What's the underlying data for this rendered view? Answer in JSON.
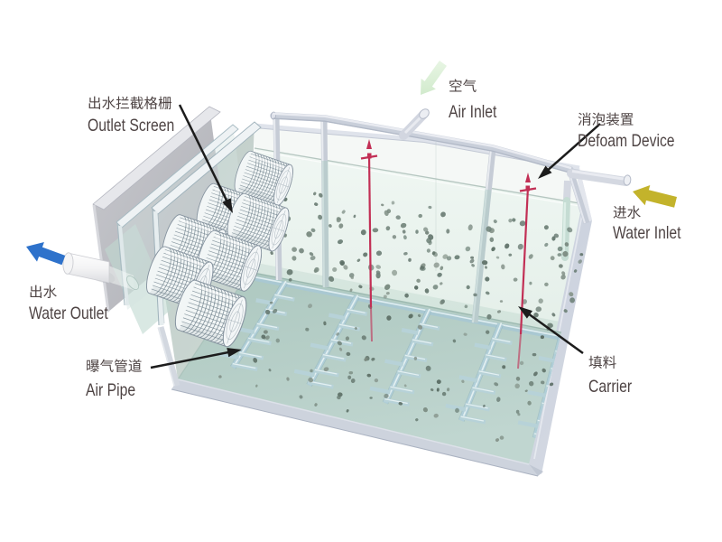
{
  "labels": {
    "outlet_screen": {
      "zh": "出水拦截格栅",
      "en": "Outlet Screen"
    },
    "air_inlet": {
      "zh": "空气",
      "en": "Air Inlet"
    },
    "defoam_device": {
      "zh": "消泡装置",
      "en": "Defoam Device"
    },
    "water_inlet": {
      "zh": "进水",
      "en": "Water Inlet"
    },
    "water_outlet": {
      "zh": "出水",
      "en": "Water Outlet"
    },
    "air_pipe": {
      "zh": "曝气管道",
      "en": "Air Pipe"
    },
    "carrier": {
      "zh": "填料",
      "en": "Carrier"
    }
  },
  "flow_arrows": {
    "water_outlet": {
      "color": "#2e72cb",
      "direction": "left"
    },
    "water_inlet": {
      "color": "#c3b32b",
      "direction": "left"
    },
    "air_inlet": {
      "color": "#cfe9ca",
      "direction": "down-left"
    }
  },
  "scene": {
    "background": "#ffffff",
    "water": "#ecf4ef",
    "floor": "#b2ccc4",
    "structure_gray": "#ccd1dc",
    "defoam_rod_red": "#c22f55",
    "carrier_dot": "#6e8279",
    "label_text": "#4e4444"
  },
  "scatter": {
    "seed": 11,
    "palette": [
      "#5c6e65",
      "#70837a",
      "#86948b",
      "#64766d",
      "#79897f"
    ],
    "regions": [
      {
        "name": "water-upper",
        "quad": [
          [
            298,
            206
          ],
          [
            648,
            252
          ],
          [
            645,
            308
          ],
          [
            292,
            272
          ]
        ],
        "count": 86,
        "rmin": 1.7,
        "rmax": 3.4
      },
      {
        "name": "water-lower",
        "quad": [
          [
            292,
            272
          ],
          [
            645,
            308
          ],
          [
            622,
            368
          ],
          [
            276,
            301
          ]
        ],
        "count": 66,
        "rmin": 1.7,
        "rmax": 3.5
      },
      {
        "name": "floor",
        "quad": [
          [
            298,
            316
          ],
          [
            618,
            374
          ],
          [
            576,
            492
          ],
          [
            238,
            428
          ]
        ],
        "count": 74,
        "rmin": 1.5,
        "rmax": 3.0
      },
      {
        "name": "deep-right",
        "quad": [
          [
            556,
            390
          ],
          [
            620,
            412
          ],
          [
            592,
            468
          ],
          [
            548,
            442
          ]
        ],
        "count": 9,
        "rmin": 1.6,
        "rmax": 3.0
      }
    ]
  }
}
